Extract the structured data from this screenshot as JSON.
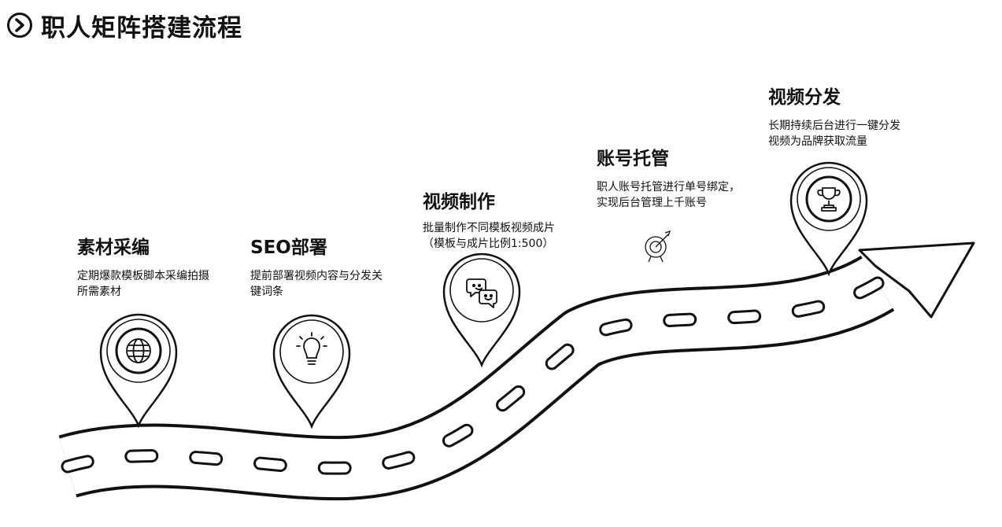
{
  "title": "职人矩阵搭建流程",
  "steps": [
    {
      "title": "素材采编",
      "desc_lines": [
        "定期爆款模板脚本采编拍摄",
        "所需素材"
      ],
      "icon": "globe-icon"
    },
    {
      "title": "SEO部署",
      "desc_lines": [
        "提前部署视频内容与分发关",
        "键词条"
      ],
      "icon": "lightbulb-icon"
    },
    {
      "title": "视频制作",
      "desc_lines": [
        "批量制作不同模板视频成片",
        "（模板与成片比例1:500）"
      ],
      "icon": "chat-bubbles-icon"
    },
    {
      "title": "账号托管",
      "desc_lines": [
        "职人账号托管进行单号绑定，",
        "实现后台管理上千账号"
      ],
      "icon": "target-icon"
    },
    {
      "title": "视频分发",
      "desc_lines": [
        "长期持续后台进行一键分发",
        "视频为品牌获取流量"
      ],
      "icon": "trophy-icon"
    }
  ]
}
